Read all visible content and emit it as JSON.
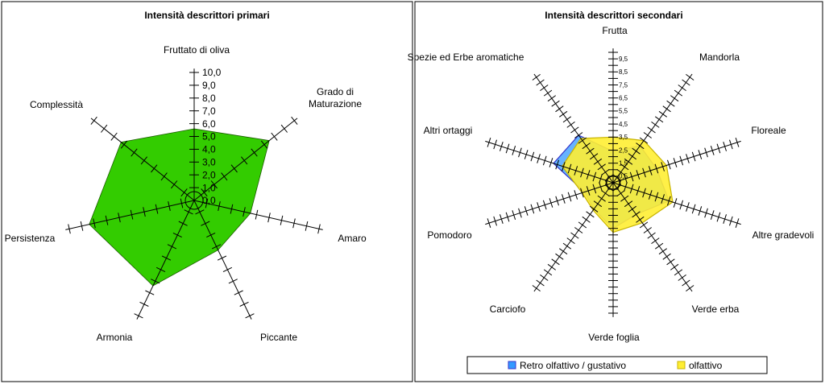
{
  "chart_data": [
    {
      "type": "radar",
      "title": "Intensità descrittori primari",
      "categories": [
        "Fruttato di oliva",
        "Grado di Maturazione",
        "Amaro",
        "Piccante",
        "Armonia",
        "Persistenza",
        "Complessità"
      ],
      "rlim": [
        0,
        10
      ],
      "tick_step": 1,
      "tick_labels": [
        "0,0",
        "1,0",
        "2,0",
        "3,0",
        "4,0",
        "5,0",
        "6,0",
        "7,0",
        "8,0",
        "9,0",
        "10,0"
      ],
      "grid": false,
      "legend": "none",
      "series": [
        {
          "values": [
            5.6,
            7.5,
            4.5,
            4.3,
            7.4,
            8.4,
            7.3
          ],
          "color": "#33cc00"
        }
      ]
    },
    {
      "type": "radar",
      "title": "Intensità descrittori secondari",
      "categories": [
        "Frutta",
        "Mandorla",
        "Floreale",
        "Altre gradevoli",
        "Verde erba",
        "Verde foglia",
        "Carciofo",
        "Pomodoro",
        "Altri ortaggi",
        "Spezie ed Erbe aromatiche"
      ],
      "rlim": [
        0,
        10
      ],
      "tick_step": 0.5,
      "tick_labels": [
        "0,5",
        "1,5",
        "2,5",
        "3,5",
        "4,5",
        "5,5",
        "6,5",
        "7,5",
        "8,5",
        "9,5"
      ],
      "grid": false,
      "legend": "bottom",
      "series": [
        {
          "name": "Retro olfattivo / gustativo",
          "values": [
            2.4,
            3.5,
            3.5,
            4.5,
            3.0,
            3.5,
            2.5,
            2.3,
            4.8,
            4.5
          ],
          "color": "#3399ff"
        },
        {
          "name": "olfattivo",
          "values": [
            3.5,
            4.0,
            4.3,
            4.8,
            3.8,
            3.8,
            2.6,
            2.5,
            4.1,
            4.2
          ],
          "color": "#ffee33"
        }
      ]
    }
  ]
}
